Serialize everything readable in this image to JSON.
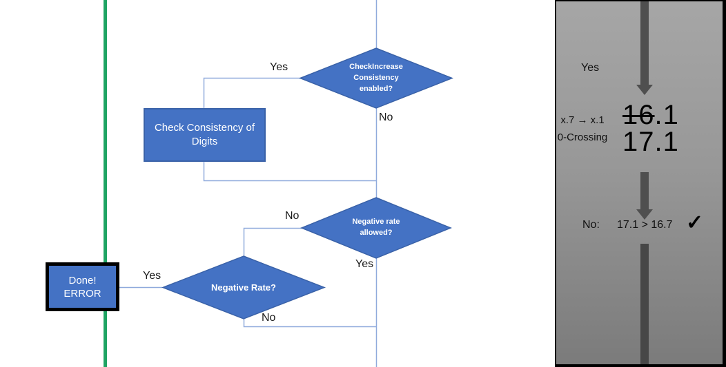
{
  "flowchart": {
    "decision1": {
      "label": "CheckIncrease Consistency enabled?",
      "yes_label": "Yes",
      "no_label": "No"
    },
    "process1": {
      "label": "Check Consistency of Digits"
    },
    "decision2": {
      "label": "Negative rate allowed?",
      "no_label": "No",
      "yes_label": "Yes"
    },
    "decision3": {
      "label": "Negative Rate?",
      "yes_label": "Yes",
      "no_label": "No"
    },
    "terminator": {
      "line1": "Done!",
      "line2": "ERROR"
    }
  },
  "panel": {
    "yes_label": "Yes",
    "rule_line1": "x.7 → x.1",
    "rule_line2": "0-Crossing",
    "old_value_struck": "16",
    "old_value_tail": ".1",
    "new_value": "17.1",
    "no_label": "No:",
    "comparison": "17.1 > 16.7",
    "checkmark": "✓"
  },
  "colors": {
    "shape_blue": "#4472C4",
    "shape_border_blue": "#3A62A8",
    "connector_blue": "#8FAADC",
    "green_line": "#1FA463",
    "arrow_gray": "#4F4F4F",
    "panel_gradient_top": "#A6A6A6",
    "panel_gradient_bottom": "#7B7B7B"
  }
}
